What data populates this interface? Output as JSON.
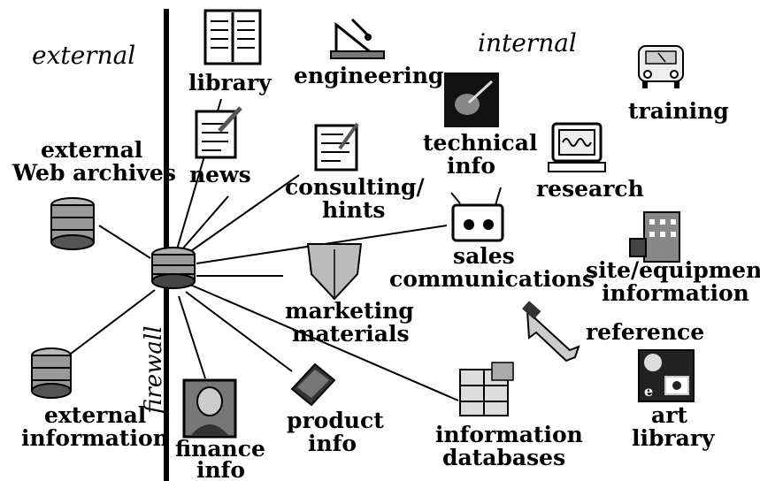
{
  "headers": {
    "external": "external",
    "internal": "internal",
    "firewall": "firewall"
  },
  "nodes": {
    "library": "library",
    "engineering": "engineering",
    "training": "training",
    "technical_1": "technical",
    "technical_2": "info",
    "news": "news",
    "consulting_1": "consulting/",
    "consulting_2": "hints",
    "research": "research",
    "ext_web_1": "external",
    "ext_web_2": "Web archives",
    "sales_1": "sales",
    "sales_2": "communications",
    "site_1": "site/equipment",
    "site_2": "information",
    "marketing_1": "marketing",
    "marketing_2": "materials",
    "reference": "reference",
    "ext_info_1": "external",
    "ext_info_2": "information",
    "finance_1": "finance",
    "finance_2": "info",
    "product_1": "product",
    "product_2": "info",
    "infodb_1": "information",
    "infodb_2": "databases",
    "art_1": "art",
    "art_2": "library"
  }
}
